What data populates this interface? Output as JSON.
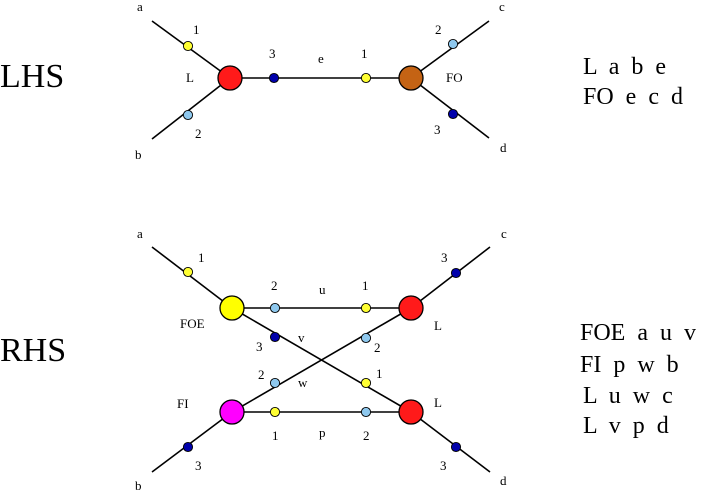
{
  "sections": {
    "lhs": "LHS",
    "rhs": "RHS"
  },
  "colors": {
    "red": "#ff1a1a",
    "brown": "#c46314",
    "yellow": "#ffff00",
    "magenta": "#ff00ff",
    "port_yellow": "#ffff33",
    "port_light_blue": "#8ec8ee",
    "port_dark_blue": "#0000aa"
  },
  "lhs": {
    "free_ends": [
      "a",
      "b",
      "c",
      "d"
    ],
    "nodes": [
      "L",
      "FO"
    ],
    "edges": [
      "e"
    ],
    "ports": [
      "1",
      "2",
      "3",
      "1",
      "2",
      "3"
    ]
  },
  "rhs": {
    "free_ends": [
      "a",
      "b",
      "c",
      "d"
    ],
    "nodes": [
      "FOE",
      "FI",
      "L",
      "L"
    ],
    "edges": [
      "u",
      "v",
      "w",
      "p"
    ],
    "ports": [
      "1",
      "2",
      "3",
      "1",
      "2",
      "3",
      "1",
      "2",
      "3",
      "1",
      "2",
      "3"
    ]
  },
  "rules": {
    "lhs": [
      "L  a  b  e",
      "FO  e  c  d"
    ],
    "rhs": [
      "FOE  a  u  v",
      "FI  p  w  b",
      "L  u  w  c",
      "L  v  p  d"
    ]
  }
}
